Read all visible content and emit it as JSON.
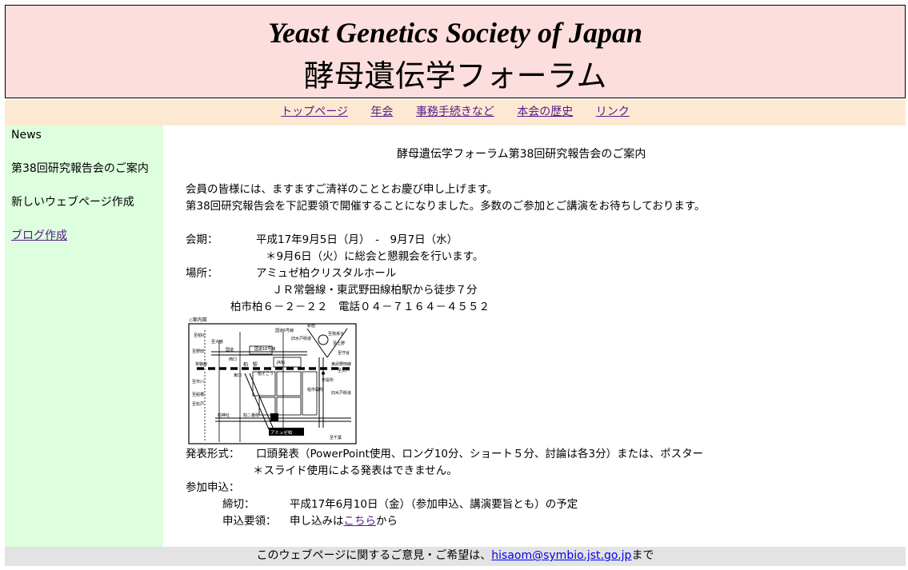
{
  "header": {
    "title_en": "Yeast Genetics Society of Japan",
    "title_ja": "酵母遺伝学フォーラム"
  },
  "nav": [
    {
      "label": "トップページ"
    },
    {
      "label": "年会"
    },
    {
      "label": "事務手続きなど"
    },
    {
      "label": "本会の歴史"
    },
    {
      "label": "リンク"
    }
  ],
  "sidebar": {
    "items": [
      {
        "label": "News"
      },
      {
        "label": "第38回研究報告会のご案内"
      },
      {
        "label": "新しいウェブページ作成"
      },
      {
        "label": "ブログ作成"
      }
    ]
  },
  "main": {
    "title": "酵母遺伝学フォーラム第38回研究報告会のご案内",
    "intro1": "会員の皆様には、ますますご清祥のこととお慶び申し上げます。",
    "intro2": "第38回研究報告会を下記要領で開催することになりました。多数のご参加とご講演をお待ちしております。",
    "date_label": "会期：",
    "date_value": "平成17年9月5日（月）　-　9月7日（水）",
    "date_note": "＊9月6日（火）に総会と懇親会を行います。",
    "venue_label": "場所：",
    "venue_name": "アミュゼ柏クリスタルホール",
    "venue_access": "ＪＲ常磐線・東武野田線柏駅から徒歩７分",
    "venue_address": "柏市柏６－２－２２　電話０４－７１６４－４５５２",
    "format_label": "発表形式：",
    "format_value": "口頭発表（PowerPoint使用、ロング10分、ショート５分、討論は各3分）または、ポスター",
    "format_note": "＊スライド使用による発表はできません。",
    "apply_label": "参加申込：",
    "deadline_label": "締切：",
    "deadline_value": "平成17年6月10日（金）（参加申込、講演要旨とも）の予定",
    "method_label": "申込要領：",
    "method_prefix": "申し込みは",
    "method_link": "こちら",
    "method_suffix": "から"
  },
  "map": {
    "caption": "◇案内図",
    "station": "柏　駅",
    "venue": "アミュゼ柏",
    "labels": [
      "国道16号線",
      "常磐線",
      "東武野田線",
      "至柏IC",
      "至我孫子",
      "至上野",
      "至船橋",
      "東口",
      "西口",
      "市役所",
      "柏神社",
      "旧水戸街道",
      "国道6号線",
      "至千葉",
      "旧水戸街道",
      "新柏",
      "柏二番街",
      "至大宮",
      "柏そごう",
      "JR柏",
      "国道",
      "柏市役所",
      "至市川",
      "至松戸",
      "至水戸",
      "至守谷",
      "至野田"
    ]
  },
  "footer": {
    "text": "このウェブページに関するご意見・ご希望は、",
    "email": "hisaom@symbio.jst.go.jp",
    "suffix": "まで"
  }
}
